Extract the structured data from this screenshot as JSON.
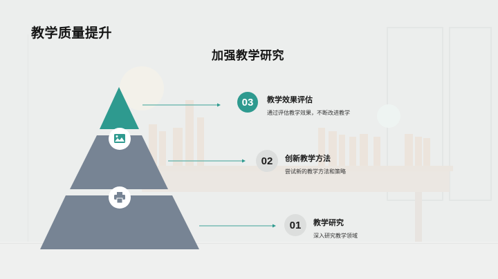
{
  "slide": {
    "title": "教学质量提升",
    "subtitle": "加强教学研究"
  },
  "colors": {
    "accent": "#2e9a8f",
    "pyramid_gray": "#778494",
    "circle_idle": "#dcdedd"
  },
  "pyramid": {
    "levels": [
      {
        "position": "top",
        "color": "#2e9a8f"
      },
      {
        "position": "middle",
        "color": "#778494",
        "icon": "image-icon"
      },
      {
        "position": "bottom",
        "color": "#778494",
        "icon": "printer-icon"
      }
    ]
  },
  "items": [
    {
      "number": "03",
      "title": "教学效果评估",
      "desc": "通过评估教学效果，不断改进教学",
      "active": true
    },
    {
      "number": "02",
      "title": "创新教学方法",
      "desc": "尝试新的教学方法和策略",
      "active": false
    },
    {
      "number": "01",
      "title": "教学研究",
      "desc": "深入研究教学领域",
      "active": false
    }
  ]
}
